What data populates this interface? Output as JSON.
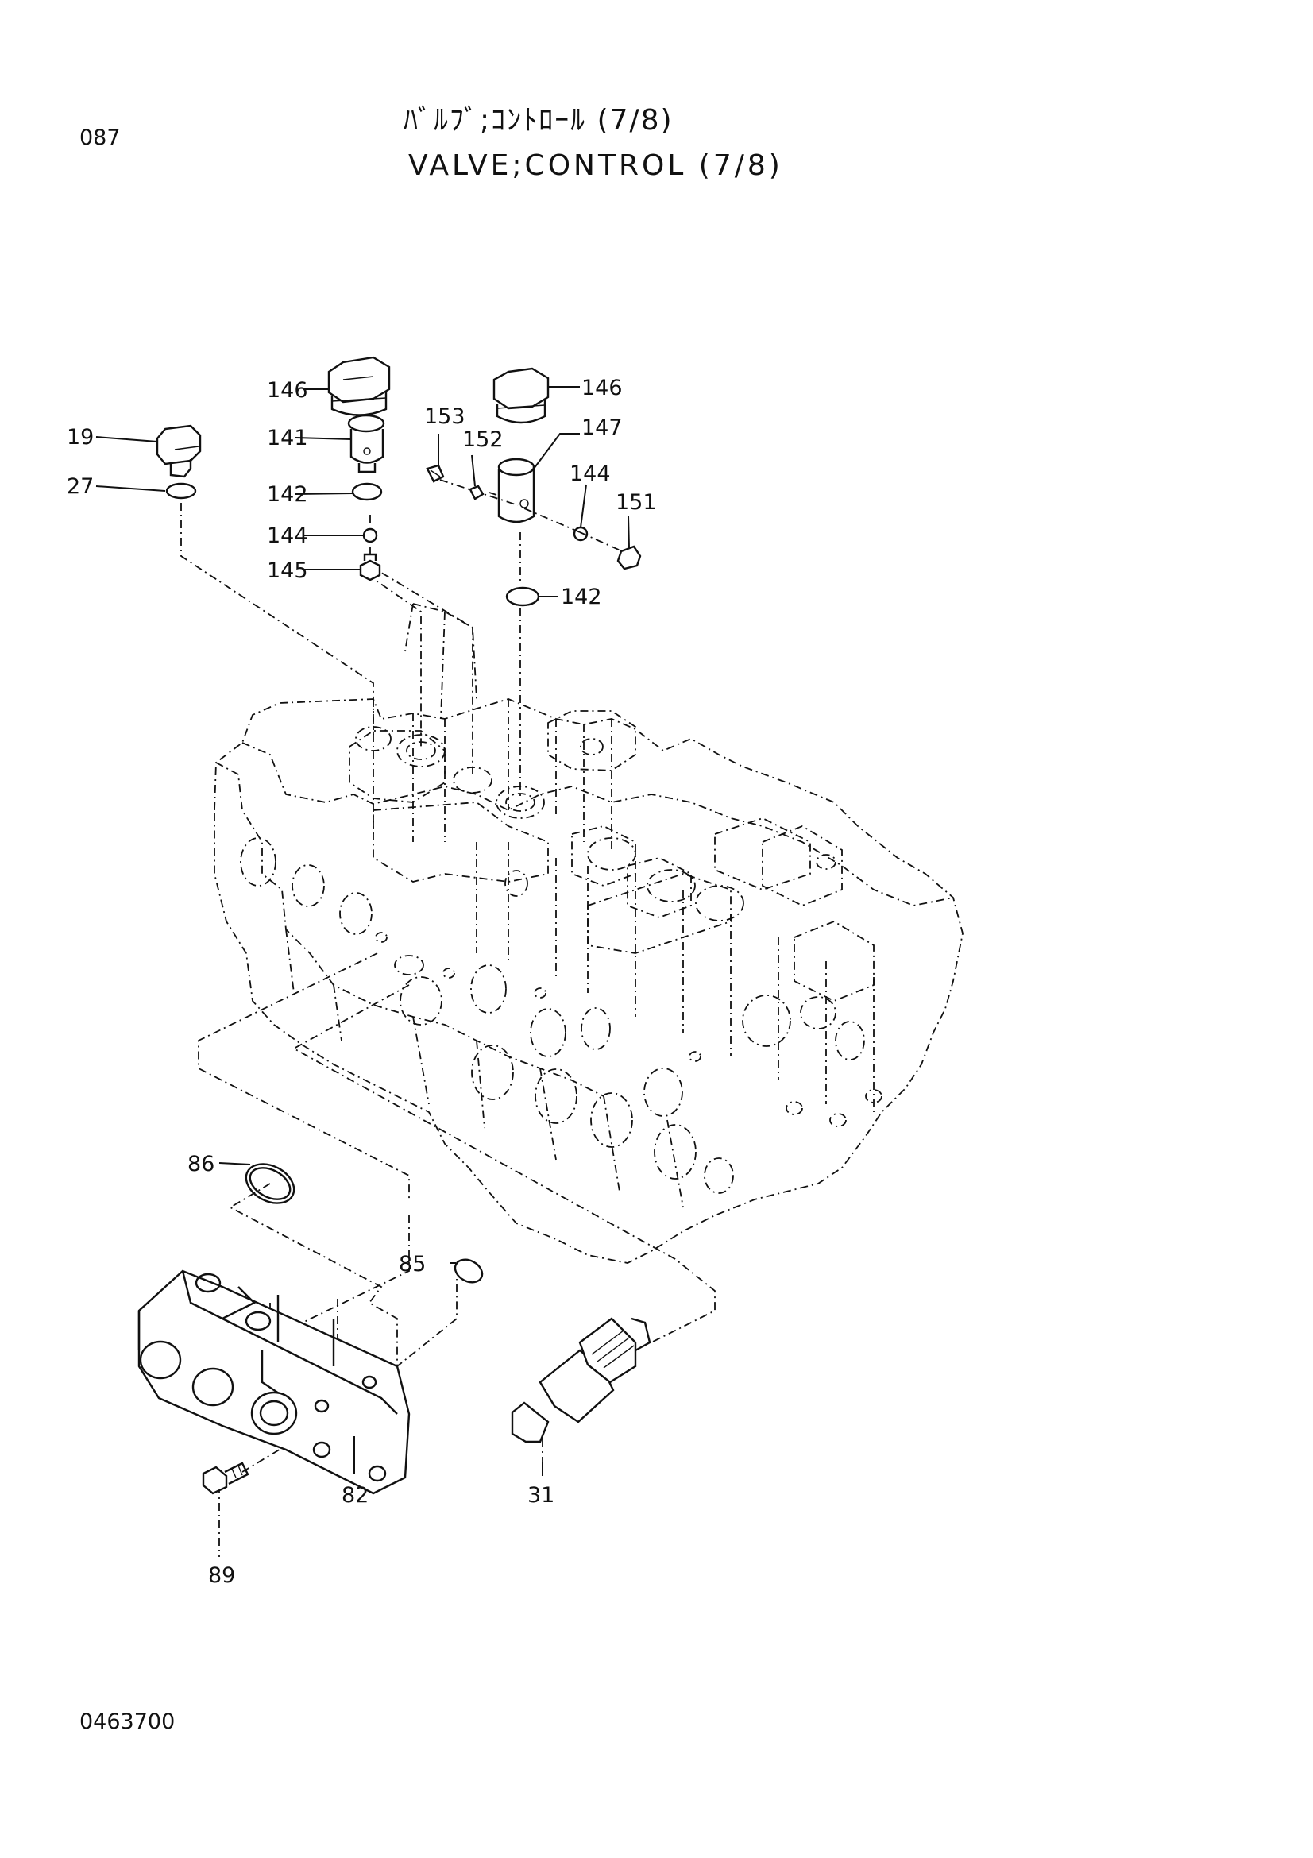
{
  "page_number": "087",
  "title_jp": "ﾊﾞﾙﾌﾞ;ｺﾝﾄﾛｰﾙ (7/8)",
  "title_en": "VALVE;CONTROL (7/8)",
  "document_code": "0463700",
  "callouts": {
    "p19": "19",
    "p27": "27",
    "p146a": "146",
    "p141": "141",
    "p142a": "142",
    "p144a": "144",
    "p145": "145",
    "p153": "153",
    "p152": "152",
    "p146b": "146",
    "p147": "147",
    "p144b": "144",
    "p151": "151",
    "p142b": "142",
    "p86": "86",
    "p85": "85",
    "p82": "82",
    "p31": "31",
    "p89": "89"
  }
}
